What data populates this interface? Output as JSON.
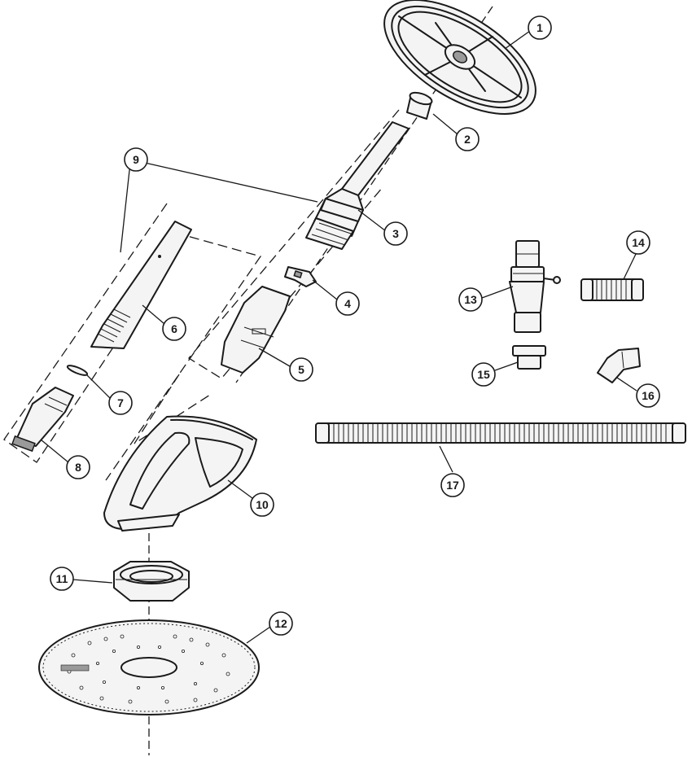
{
  "callouts": [
    {
      "id": "1",
      "label": "1"
    },
    {
      "id": "2",
      "label": "2"
    },
    {
      "id": "3",
      "label": "3"
    },
    {
      "id": "4",
      "label": "4"
    },
    {
      "id": "5",
      "label": "5"
    },
    {
      "id": "6",
      "label": "6"
    },
    {
      "id": "7",
      "label": "7"
    },
    {
      "id": "8",
      "label": "8"
    },
    {
      "id": "9",
      "label": "9"
    },
    {
      "id": "10",
      "label": "10"
    },
    {
      "id": "11",
      "label": "11"
    },
    {
      "id": "12",
      "label": "12"
    },
    {
      "id": "13",
      "label": "13"
    },
    {
      "id": "14",
      "label": "14"
    },
    {
      "id": "15",
      "label": "15"
    },
    {
      "id": "16",
      "label": "16"
    },
    {
      "id": "17",
      "label": "17"
    }
  ],
  "icons": {
    "disc_12_logo": "brand-logo-mark"
  }
}
